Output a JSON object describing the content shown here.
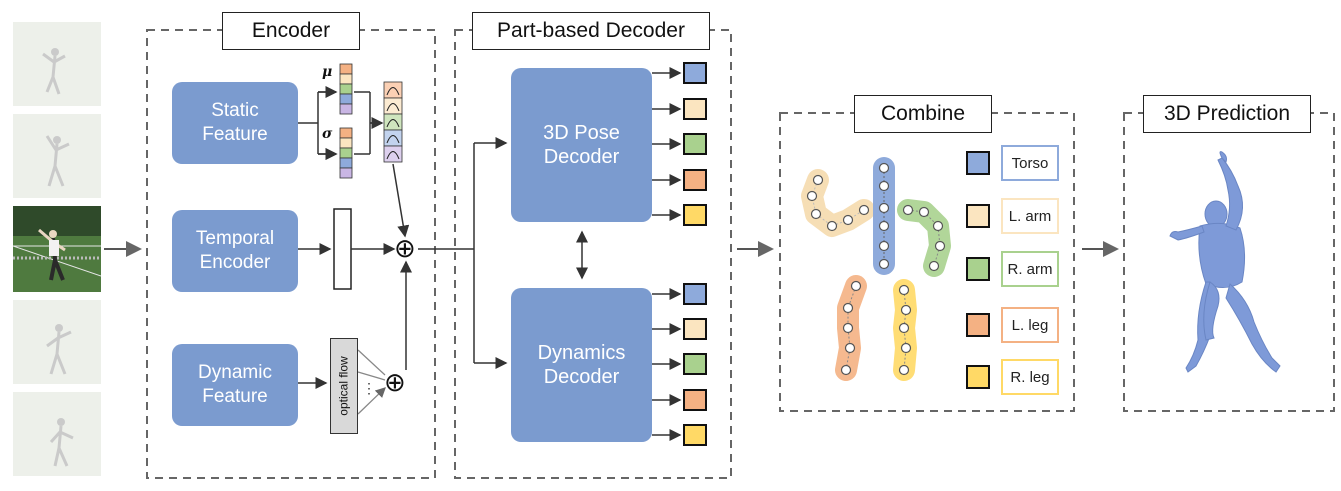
{
  "encoder": {
    "title": "Encoder",
    "static_feature": "Static\nFeature",
    "temporal_encoder": "Temporal\nEncoder",
    "dynamic_feature": "Dynamic\nFeature",
    "mu_symbol": "μ",
    "sigma_symbol": "σ",
    "optical_flow": "optical flow",
    "ellipsis": "⋮",
    "plus_symbol": "⊕"
  },
  "decoder": {
    "title": "Part-based Decoder",
    "pose_decoder": "3D Pose\nDecoder",
    "dynamics_decoder": "Dynamics\nDecoder"
  },
  "combine": {
    "title": "Combine",
    "legend": [
      {
        "label": "Torso",
        "color": "#8eaadb"
      },
      {
        "label": "L. arm",
        "color": "#fbe5c0"
      },
      {
        "label": "R. arm",
        "color": "#a9d18e"
      },
      {
        "label": "L. leg",
        "color": "#f4b183"
      },
      {
        "label": "R. leg",
        "color": "#ffd966"
      }
    ]
  },
  "prediction": {
    "title": "3D Prediction"
  },
  "colors": {
    "block": "#7b9bcf",
    "torso": "#8eaadb",
    "l_arm": "#fbe5c0",
    "r_arm": "#a9d18e",
    "l_leg": "#f4b183",
    "r_leg": "#ffd966",
    "body_mesh": "#7e9ad8"
  },
  "icons": {
    "video_frames": "tennis-frame-icon",
    "skeleton": "skeleton-icon",
    "mesh": "human-mesh-icon"
  }
}
